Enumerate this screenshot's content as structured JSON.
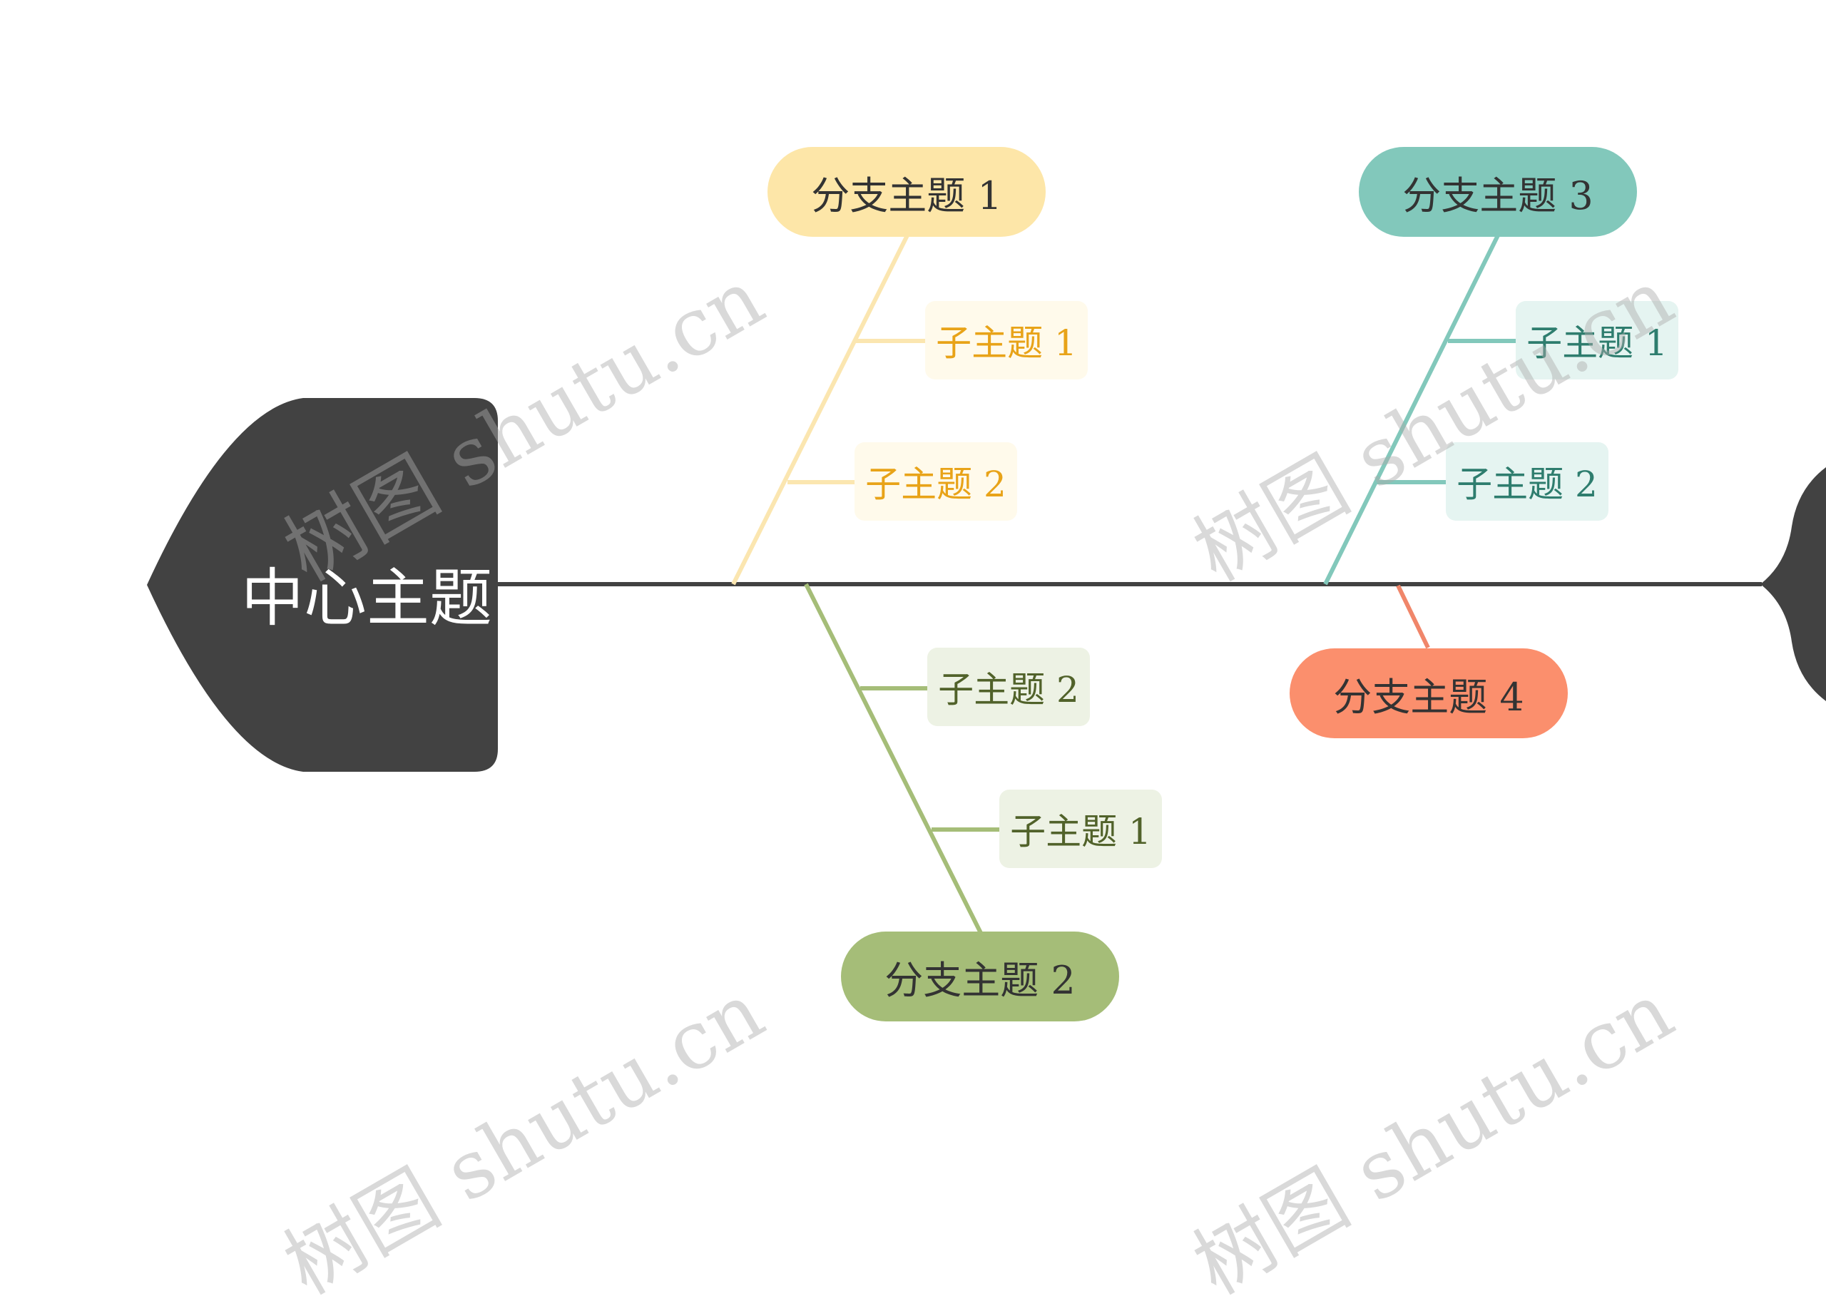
{
  "center_topic": {
    "label": "中心主题",
    "color": "#424242"
  },
  "spine_color": "#424242",
  "branches": [
    {
      "label": "分支主题 1",
      "fill": "#fde6a8",
      "line": "#fbe6b0",
      "subtopics": [
        {
          "label": "子主题 1",
          "fill": "#fffaeb",
          "text": "#e8a318"
        },
        {
          "label": "子主题 2",
          "fill": "#fffaeb",
          "text": "#e8a318"
        }
      ]
    },
    {
      "label": "分支主题 2",
      "fill": "#a5bd78",
      "line": "#a5bd78",
      "subtopics": [
        {
          "label": "子主题 2",
          "fill": "#edf2e4",
          "text": "#51622a"
        },
        {
          "label": "子主题 1",
          "fill": "#edf2e4",
          "text": "#51622a"
        }
      ]
    },
    {
      "label": "分支主题 3",
      "fill": "#82c8bb",
      "line": "#82c8bb",
      "subtopics": [
        {
          "label": "子主题 1",
          "fill": "#e5f4f1",
          "text": "#2e7d6e"
        },
        {
          "label": "子主题 2",
          "fill": "#e5f4f1",
          "text": "#2e7d6e"
        }
      ]
    },
    {
      "label": "分支主题 4",
      "fill": "#fb8f6d",
      "line": "#f0866a",
      "subtopics": []
    }
  ],
  "watermarks": [
    "树图 shutu.cn",
    "树图 shutu.cn",
    "树图 shutu.cn",
    "树图 shutu.cn"
  ]
}
